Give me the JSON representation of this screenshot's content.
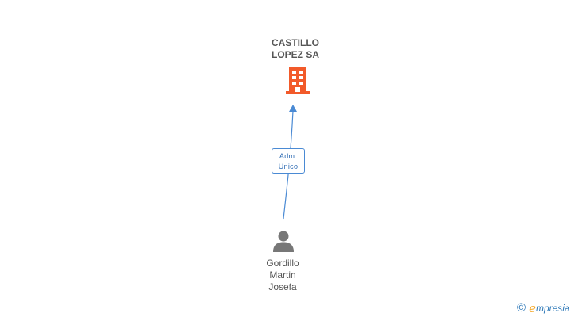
{
  "company": {
    "name_line1": "CASTILLO",
    "name_line2": "LOPEZ SA",
    "icon": "building-icon",
    "icon_color": "#f25a2a"
  },
  "relation": {
    "role_line1": "Adm.",
    "role_line2": "Unico",
    "line_color": "#4a8ad4"
  },
  "person": {
    "name_line1": "Gordillo",
    "name_line2": "Martin",
    "name_line3": "Josefa",
    "icon": "person-icon",
    "icon_color": "#777777"
  },
  "footer": {
    "copyright_symbol": "©",
    "brand_initial": "e",
    "brand_rest": "mpresia"
  }
}
